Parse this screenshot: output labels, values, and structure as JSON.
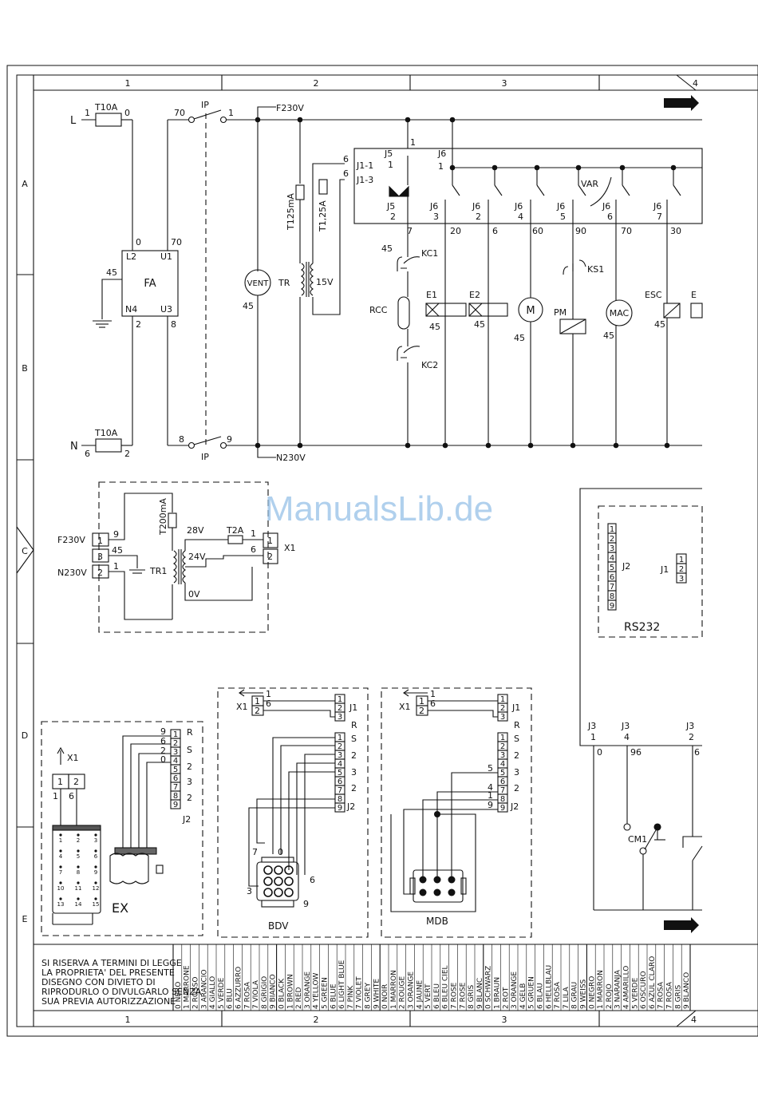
{
  "frame": {
    "columns": [
      "1",
      "2",
      "3",
      "4"
    ],
    "rows": [
      "A",
      "B",
      "C",
      "D",
      "E"
    ]
  },
  "watermark": "ManualsLib.de",
  "power_circuit": {
    "line_L": "L",
    "line_N": "N",
    "fuse_L": "T10A",
    "fuse_N": "T10A",
    "fuse_L_in": "1",
    "fuse_L_out": "0",
    "fuse_N_in": "6",
    "fuse_N_out": "2",
    "switch_label_top": "IP",
    "switch_label_bottom": "IP",
    "switch_top_in": "70",
    "switch_top_out": "1",
    "switch_bot_in": "8",
    "switch_bot_out": "9",
    "f230": "F230V",
    "n230": "N230V",
    "filter": "FA",
    "filter_pins": [
      "L2",
      "U1",
      "N4",
      "U3"
    ],
    "filter_wires": [
      "0",
      "70",
      "2",
      "8"
    ],
    "ground_45": "45",
    "vent": "VENT",
    "tr": "TR",
    "tr_fuse1": "T125mA",
    "tr_fuse2": "T1,25A",
    "tr_out": "15V",
    "j1_1": "J1-1",
    "j1_3": "J1-3",
    "j1_wire": "6",
    "ground_label": "45"
  },
  "board_top": {
    "j5_a": "J5",
    "j5_pin_a": "1",
    "j5_wire": "1",
    "j6_a": "J6",
    "j6_pin_a": "1",
    "var_label": "VAR",
    "j5_b": "J5",
    "j5_pin_b": "2",
    "connectors": [
      {
        "name": "J6",
        "pin": "3",
        "wire": "20"
      },
      {
        "name": "J6",
        "pin": "2",
        "wire": "6"
      },
      {
        "name": "J6",
        "pin": "4",
        "wire": "60"
      },
      {
        "name": "J6",
        "pin": "5",
        "wire": "90"
      },
      {
        "name": "J6",
        "pin": "6",
        "wire": "70"
      },
      {
        "name": "J6",
        "pin": "7",
        "wire": "30"
      }
    ],
    "j5_out_wire": "7"
  },
  "loads": {
    "kc1": "KC1",
    "kc2": "KC2",
    "rcc": "RCC",
    "e1": "E1",
    "e2": "E2",
    "m": "M",
    "pm": "PM",
    "ks1": "KS1",
    "mac": "MAC",
    "esc": "ESC",
    "e_next": "E",
    "g45": "45"
  },
  "aux_transformer": {
    "f230": "F230V",
    "n230": "N230V",
    "pins": [
      "1",
      "3",
      "2"
    ],
    "w9": "9",
    "w45": "45",
    "w1": "1",
    "fuse": "T200mA",
    "tr1": "TR1",
    "v28": "28V",
    "v24": "24V",
    "v0": "0V",
    "fuse2": "T2A",
    "x1": "X1",
    "x1_pins": [
      "1",
      "2"
    ],
    "x1_wires": [
      "1",
      "6"
    ]
  },
  "rs232": {
    "title": "RS232",
    "j2": "J2",
    "j1": "J1",
    "j2_pins": [
      "1",
      "2",
      "3",
      "4",
      "5",
      "6",
      "7",
      "8",
      "9"
    ],
    "j1_pins": [
      "1",
      "2",
      "3"
    ],
    "j3": [
      "J3",
      "J3",
      "J3"
    ],
    "j3_pins": [
      "1",
      "4",
      "2"
    ],
    "wires": [
      "0",
      "96",
      "6"
    ],
    "cm1": "CM1"
  },
  "ex": {
    "x1": "X1",
    "x1_pins": [
      "1",
      "2"
    ],
    "x1_wires": [
      "1",
      "6"
    ],
    "keypad": [
      "1",
      "2",
      "3",
      "4",
      "5",
      "6",
      "7",
      "8",
      "9",
      "10",
      "11",
      "12",
      "13",
      "14",
      "15"
    ],
    "j2_pins": [
      "1",
      "2",
      "3",
      "4",
      "5",
      "6",
      "7",
      "8",
      "9"
    ],
    "side_labels": [
      "R",
      "S",
      "2",
      "3",
      "2"
    ],
    "wires": [
      "9",
      "6",
      "2",
      "0"
    ],
    "j2": "J2",
    "title": "EX"
  },
  "bdv": {
    "x1": "X1",
    "x1_pins": [
      "1",
      "2"
    ],
    "j1": "J1",
    "j1_pins": [
      "1",
      "2",
      "3"
    ],
    "j2_pins": [
      "1",
      "2",
      "3",
      "4",
      "5",
      "6",
      "7",
      "8",
      "9"
    ],
    "labels": [
      "R",
      "S",
      "2",
      "3",
      "2"
    ],
    "top_wires": [
      "1",
      "6"
    ],
    "j2": "J2",
    "plug_wires": [
      "7",
      "0",
      "3",
      "6",
      "9"
    ],
    "title": "BDV"
  },
  "mdb": {
    "x1": "X1",
    "x1_pins": [
      "1",
      "2"
    ],
    "j1": "J1",
    "j1_pins": [
      "1",
      "2",
      "3"
    ],
    "j2_pins": [
      "1",
      "2",
      "3",
      "4",
      "5",
      "6",
      "7",
      "8",
      "9"
    ],
    "labels": [
      "R",
      "S",
      "2",
      "3",
      "2"
    ],
    "top_wires": [
      "1",
      "6"
    ],
    "side_wires": [
      "5",
      "4",
      "1",
      "9"
    ],
    "j2": "J2",
    "title": "MDB"
  },
  "notice": [
    "SI RISERVA A TERMINI DI LEGGE",
    "LA PROPRIETA' DEL PRESENTE",
    "DISEGNO CON DIVIETO DI",
    "RIPRODURLO O DIVULGARLO SENZA",
    "SUA PREVIA AUTORIZZAZIONE"
  ],
  "color_codes": [
    [
      "0 NERO",
      "1 MARRONE",
      "2 ROSSO",
      "3 ARANCIO",
      "4 GIALLO",
      "5 VERDE",
      "6 BLU",
      "6 AZZURRO",
      "7 ROSA",
      "7 VIOLA",
      "8 GRIGIO",
      "9 BIANCO"
    ],
    [
      "0 BLACK",
      "1 BROWN",
      "2 RED",
      "3 ORANGE",
      "4 YELLOW",
      "5 GREEN",
      "6 BLUE",
      "6 LIGHT BLUE",
      "7 PINK",
      "7 VIOLET",
      "8 GREY",
      "9 WHITE"
    ],
    [
      "0 NOIR",
      "1 MARRON",
      "2 ROUGE",
      "3 ORANGE",
      "4 JAUNE",
      "5 VERT",
      "6 BLEU",
      "6 BLEU CIEL",
      "7 ROSE",
      "7 ROSE",
      "8 GRIS",
      "9 BLANC"
    ],
    [
      "0 SCHWARZ",
      "1 BRAUN",
      "2 ROT",
      "3 ORANGE",
      "4 GELB",
      "5 GRUEN",
      "6 BLAU",
      "6 HELLBLAU",
      "7 ROSA",
      "7 LILA",
      "8 GRAU",
      "9 WEISS"
    ],
    [
      "0 NEGRO",
      "1 MARRON",
      "2 ROJO",
      "3 NARANJA",
      "4 AMARILLO",
      "5 VERDE",
      "6 OSCURO",
      "6 AZUL CLARO",
      "7 ROSA",
      "7 ROSA",
      "8 GRIS",
      "9 BLANCO"
    ]
  ]
}
